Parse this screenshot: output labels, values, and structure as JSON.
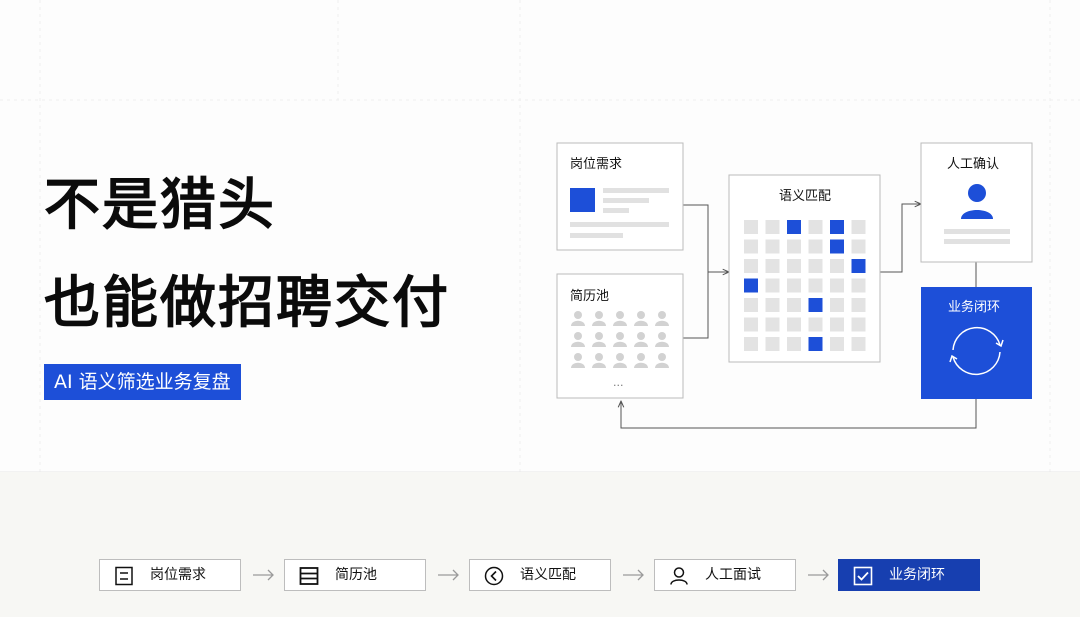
{
  "hero": {
    "line1": "不是猎头",
    "line2": "也能做招聘交付",
    "tag": "AI 语义筛选业务复盘"
  },
  "diagram": {
    "job_box_title": "岗位需求",
    "pool_box_title": "简历池",
    "pool_more": "...",
    "match_box_title": "语义匹配",
    "review_box_title": "人工确认",
    "loop_box_title": "业务闭环"
  },
  "steps": [
    {
      "label": "岗位需求",
      "icon": "document-icon",
      "active": false
    },
    {
      "label": "简历池",
      "icon": "stack-icon",
      "active": false
    },
    {
      "label": "语义匹配",
      "icon": "chevron-left-circle-icon",
      "active": false
    },
    {
      "label": "人工面试",
      "icon": "person-icon",
      "active": false
    },
    {
      "label": "业务闭环",
      "icon": "checkbox-icon",
      "active": true
    }
  ],
  "colors": {
    "accent": "#1d4fd8",
    "accent_dark": "#173fb0",
    "cell_gray": "#e3e3e3",
    "avatar_gray": "#d2d2d2",
    "line_gray": "#555555",
    "border_gray": "#bdbdbd"
  }
}
